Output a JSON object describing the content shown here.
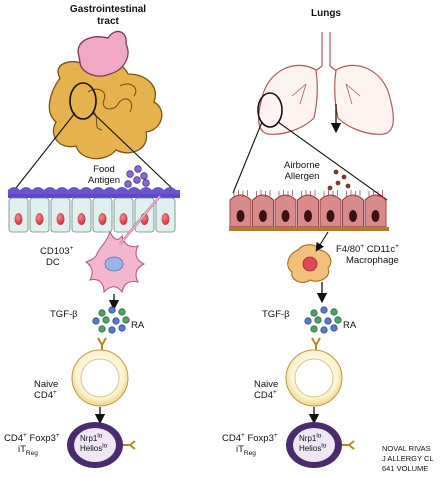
{
  "titles": {
    "gi": "Gastrointestinal tract",
    "lungs": "Lungs"
  },
  "left": {
    "antigen_line1": "Food",
    "antigen_line2": "Antigen",
    "dc_main": "CD103",
    "dc_sup": "+",
    "dc_line2": "DC",
    "tgf": "TGF-β",
    "ra": "RA",
    "naive_line1": "Naive",
    "naive_main": "CD4",
    "naive_sup": "+",
    "treg_cd4": "CD4",
    "treg_foxp3": " Foxp3",
    "treg_plus": "+",
    "treg_it": "iT",
    "treg_sub": "Reg",
    "nrp1": "Nrp1",
    "helios": "Helios",
    "lo": "lo"
  },
  "right": {
    "antigen_line1": "Airborne",
    "antigen_line2": "Allergen",
    "mac_f4": "F4/80",
    "mac_cd11c": " CD11c",
    "mac_plus": "+",
    "mac_line2": "Macrophage",
    "tgf": "TGF-β",
    "ra": "RA",
    "naive_line1": "Naive",
    "naive_main": "CD4",
    "naive_sup": "+",
    "treg_cd4": "CD4",
    "treg_foxp3": " Foxp3",
    "treg_plus": "+",
    "treg_it": "iT",
    "treg_sub": "Reg",
    "nrp1": "Nrp1",
    "helios": "Helios",
    "lo": "lo"
  },
  "citation": {
    "line1": "NOVAL RIVAS",
    "line2": "J ALLERGY CL",
    "line3": "641 VOLUME"
  },
  "colors": {
    "stomach": "#f0a8c4",
    "intestine": "#e6b24e",
    "mucus": "#5f48c8",
    "gut_cell": "#dff0ee",
    "nucleus": "#e0485a",
    "lung_cell": "#d98a8a",
    "membrane": "#b07a3a",
    "dc": "#f4b6cf",
    "macrophage": "#f2c07a",
    "tcell_yellow": "#f7e6a8",
    "treg_ring": "#4a2c6e",
    "treg_fill": "#efe6f6",
    "tgf_green": "#4fa06a",
    "ra_blue": "#5a7bc4",
    "food_purple": "#8a6ac8",
    "allergen_brown": "#7a3a2a"
  }
}
